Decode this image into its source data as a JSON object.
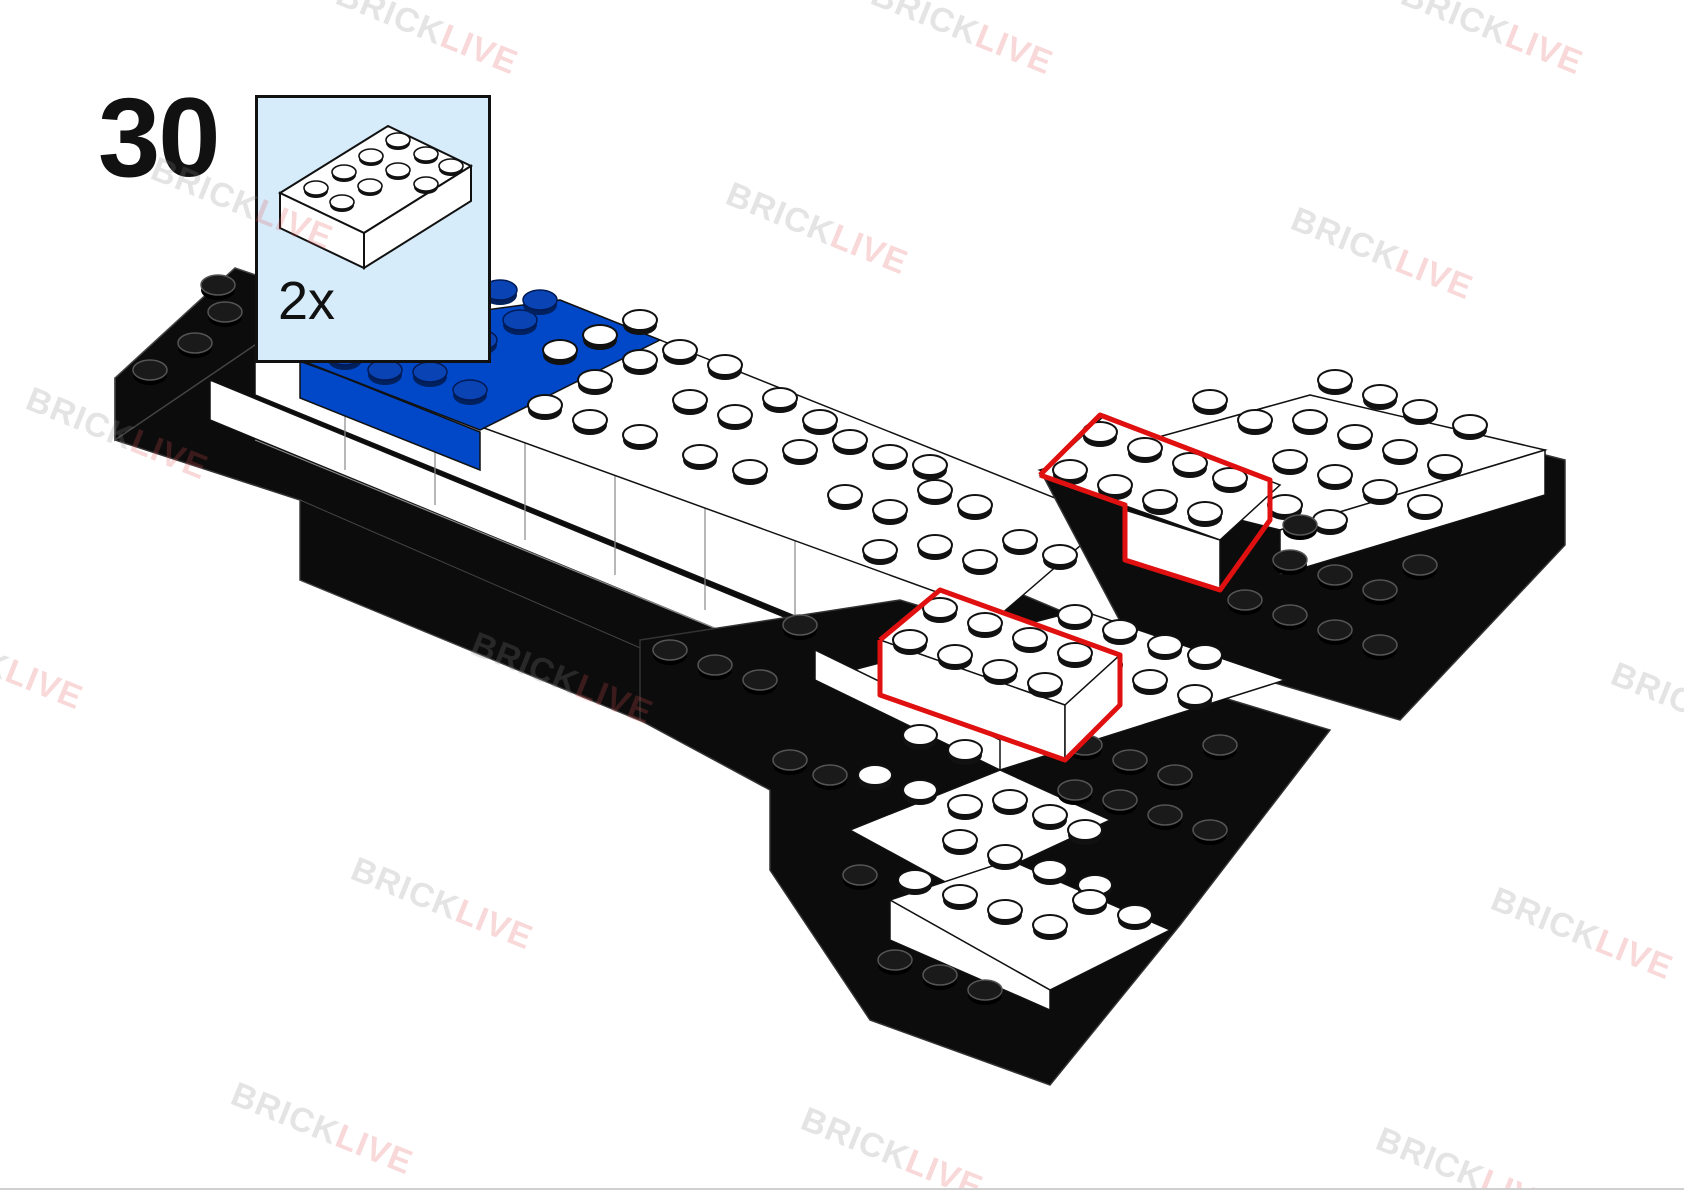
{
  "step": {
    "number": "30"
  },
  "parts_callout": {
    "quantity": "2x",
    "part_icon": "white-brick-2x4-icon",
    "background_color": "#d7ecfb"
  },
  "watermark": {
    "part1": "BRICK",
    "part2": "LIVE"
  },
  "colors": {
    "white_brick": "#ffffff",
    "black_brick": "#0c0c0c",
    "blue_brick": "#0048c8",
    "highlight": "#e01010",
    "outline": "#111111"
  }
}
